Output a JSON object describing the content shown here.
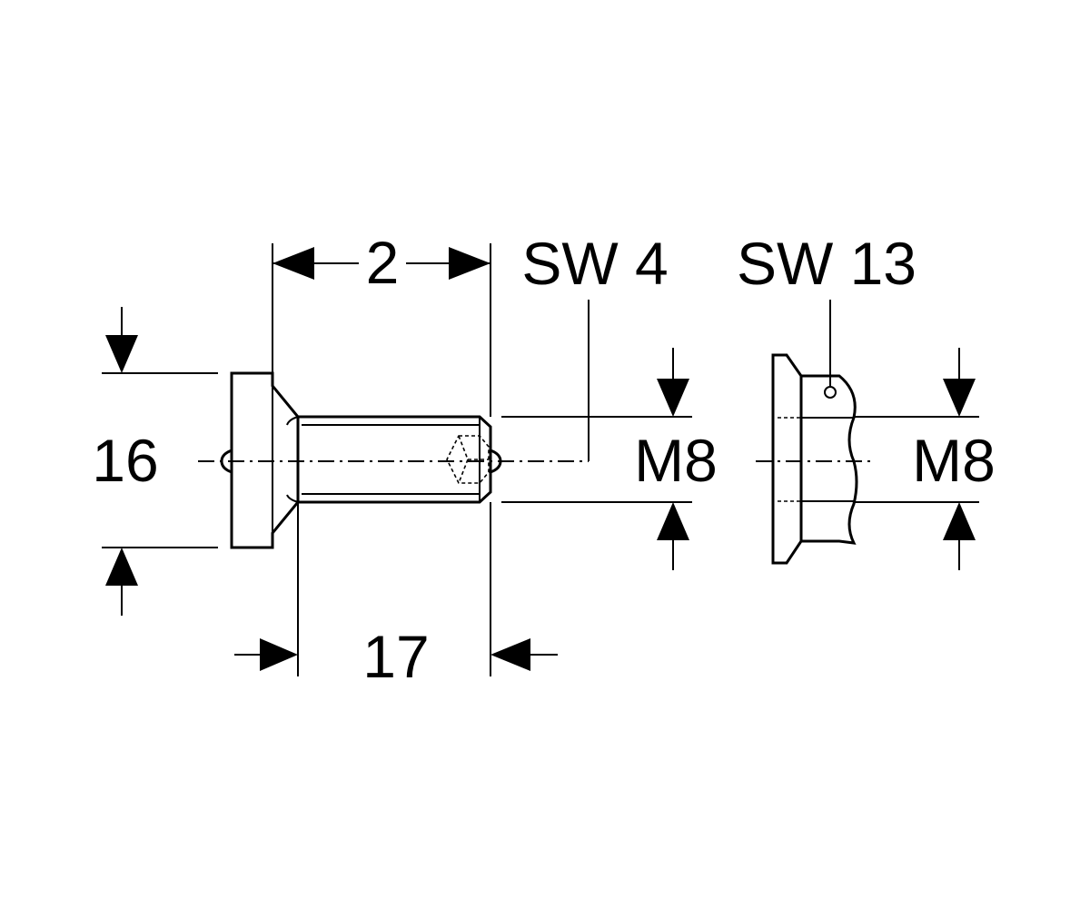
{
  "labels": {
    "dim_top": "2",
    "dim_bottom": "17",
    "dim_height": "16",
    "screw_drive": "SW 4",
    "nut_wrench": "SW 13",
    "screw_thread": "M8",
    "nut_thread": "M8"
  },
  "colors": {
    "line": "#000000",
    "background": "#ffffff"
  }
}
